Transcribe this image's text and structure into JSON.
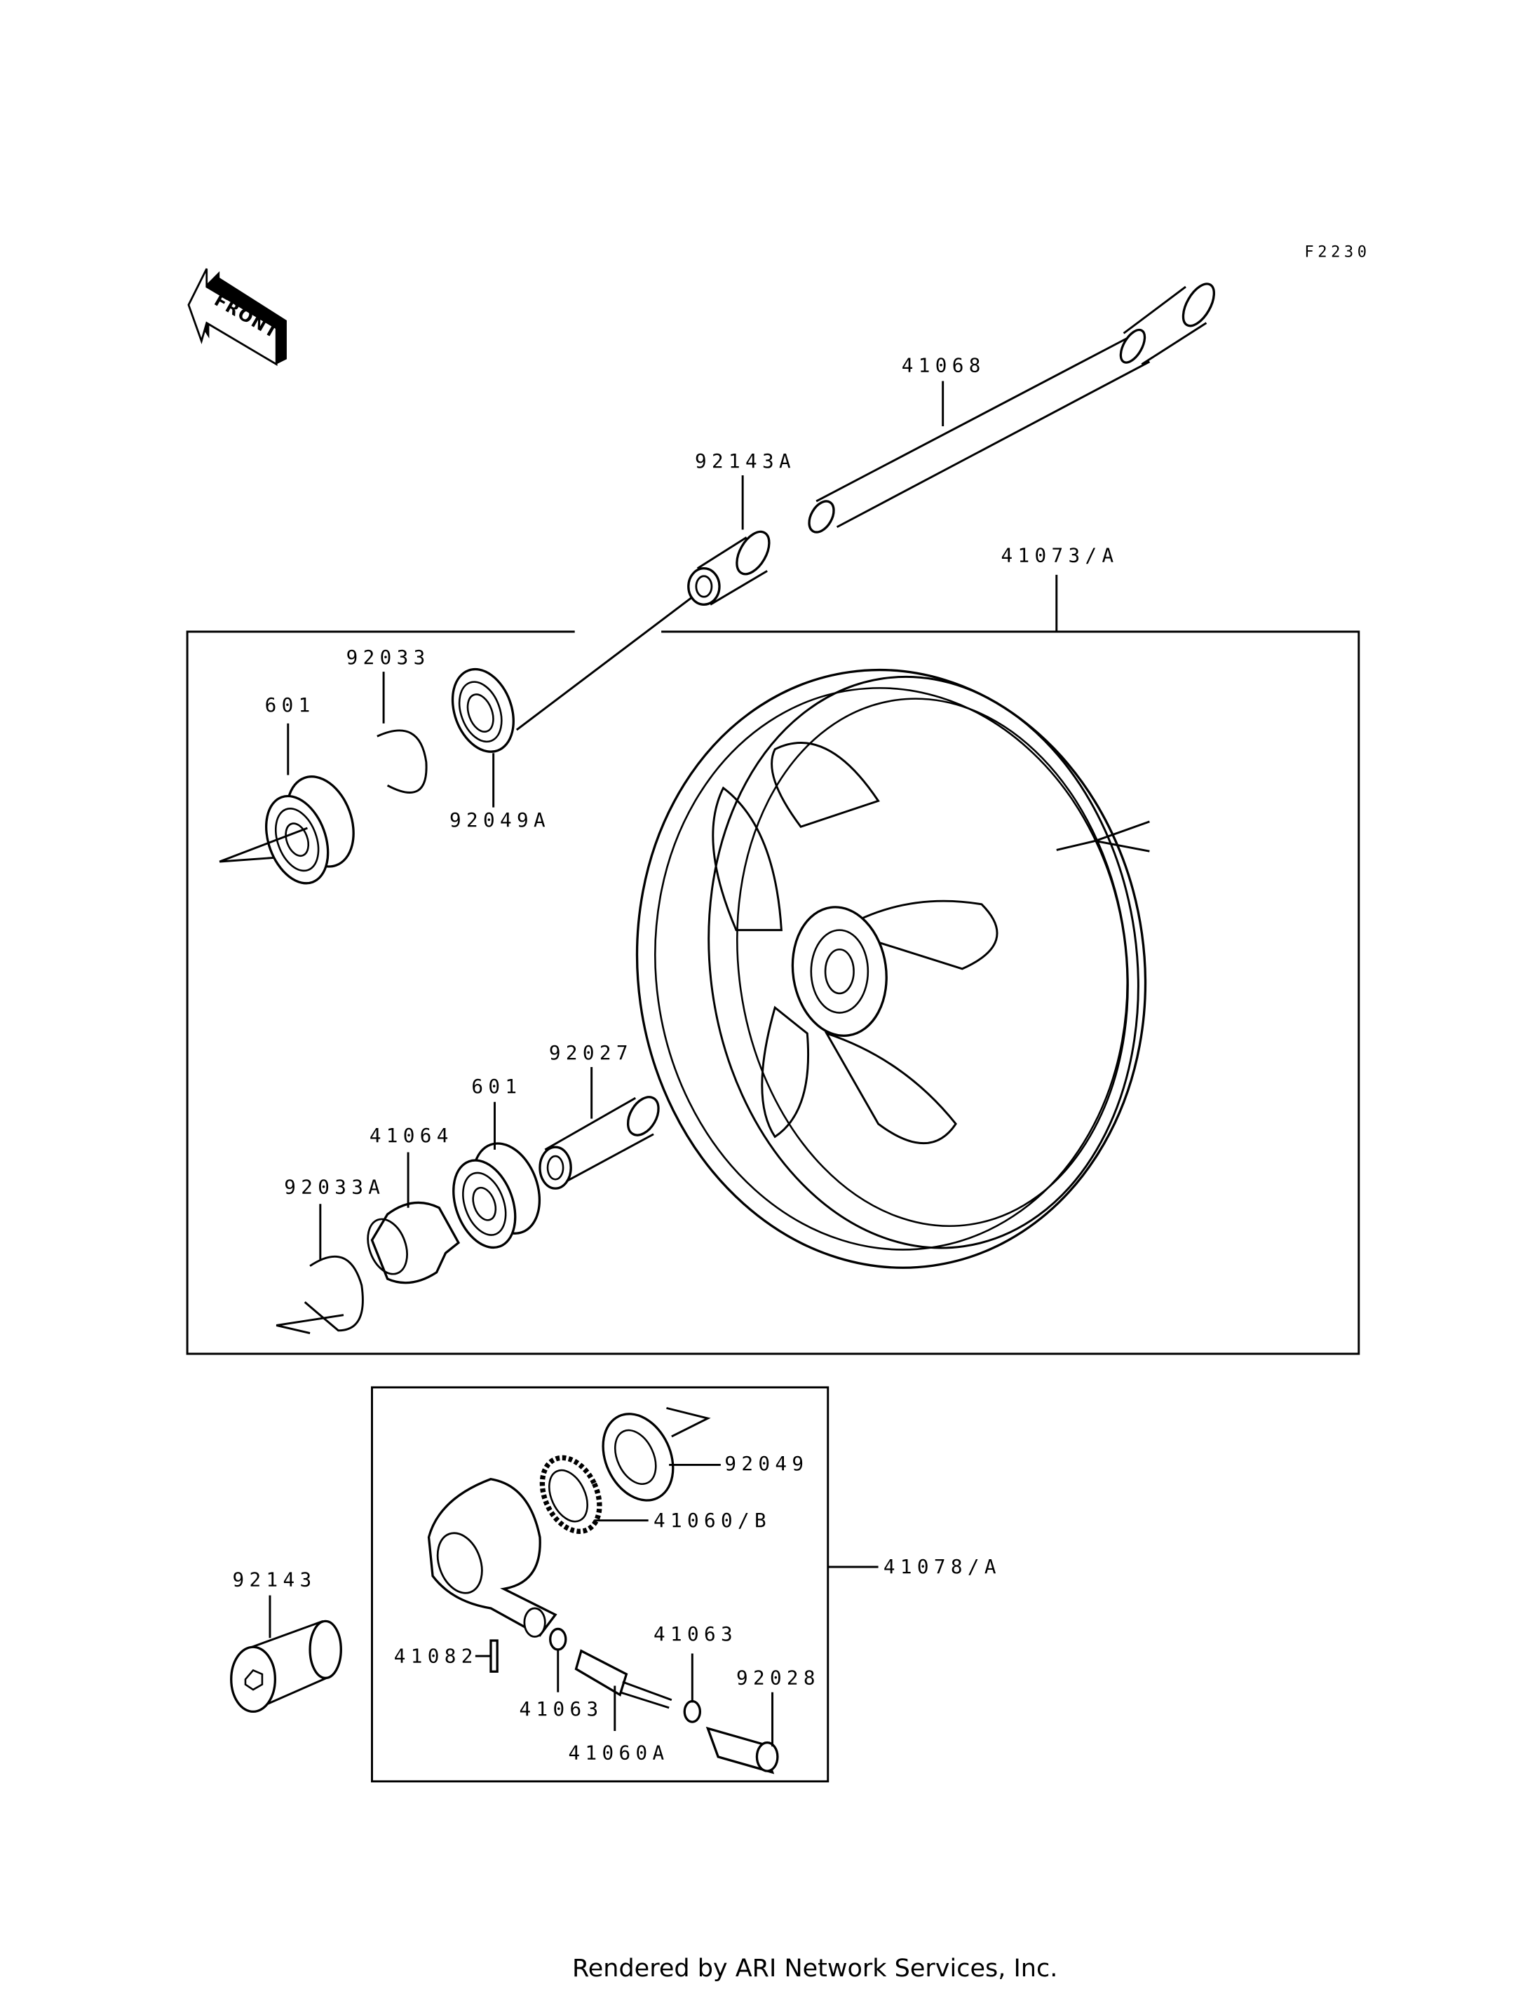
{
  "diagram": {
    "code": "F2230",
    "front_label": "FRONT",
    "footer": "Rendered by ARI Network Services, Inc.",
    "parts": {
      "p41068": "41068",
      "p92143A": "92143A",
      "p41073A": "41073/A",
      "p92033": "92033",
      "p601_top": "601",
      "p92049A": "92049A",
      "p92027": "92027",
      "p601_bottom": "601",
      "p41064": "41064",
      "p92033A": "92033A",
      "p92049": "92049",
      "p41060B": "41060/B",
      "p41078A": "41078/A",
      "p92143": "92143",
      "p41082": "41082",
      "p41063_right": "41063",
      "p92028": "92028",
      "p41063_left": "41063",
      "p41060A": "41060A"
    }
  }
}
